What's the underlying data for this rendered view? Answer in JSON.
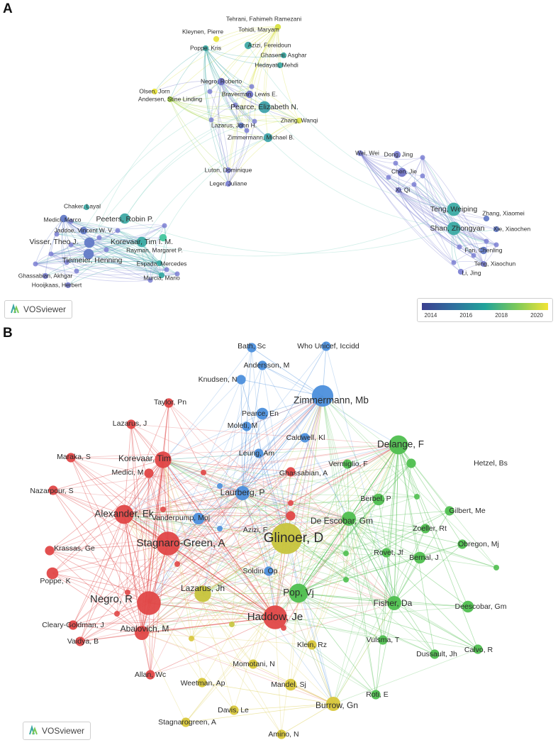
{
  "panels": [
    {
      "letter": "A",
      "software": "VOSviewer",
      "colorbar": {
        "ticks": [
          "2014",
          "2016",
          "2018",
          "2020"
        ],
        "stops": [
          "#3b3f8f",
          "#2f6f9e",
          "#21a39a",
          "#7cc95a",
          "#f2e435"
        ]
      },
      "nodes": [
        {
          "label": "Tehrani, Fahimeh Ramezani",
          "color": "#d9e24a",
          "size": 3
        },
        {
          "label": "Tohidi, Maryam",
          "color": "#d9e24a",
          "size": 3
        },
        {
          "label": "Kleynen, Pierre",
          "color": "#e8e33a",
          "size": 3
        },
        {
          "label": "Azizi, Fereidoun",
          "color": "#3aa6a2",
          "size": 4
        },
        {
          "label": "Poppe, Kris",
          "color": "#3aa6a2",
          "size": 3
        },
        {
          "label": "Ghasemi, Asghar",
          "color": "#36a8a2",
          "size": 3
        },
        {
          "label": "Hedayati, Mehdi",
          "color": "#3aa6a2",
          "size": 3
        },
        {
          "label": "Negro, Roberto",
          "color": "#6b6fc6",
          "size": 4
        },
        {
          "label": "Olsen, Jorn",
          "color": "#e8e33a",
          "size": 3
        },
        {
          "label": "Braverman, Lewis E.",
          "color": "#6b6fc6",
          "size": 4
        },
        {
          "label": "Andersen, Stine Linding",
          "color": "#a6d348",
          "size": 3
        },
        {
          "label": "Pearce, Elizabeth N.",
          "color": "#3a9fa8",
          "size": 7
        },
        {
          "label": "Lazarus, John H.",
          "color": "#5f77c6",
          "size": 3
        },
        {
          "label": "Zhang, Wanqi",
          "color": "#d9e24a",
          "size": 3
        },
        {
          "label": "Zimmermann, Michael B.",
          "color": "#3aa2a8",
          "size": 5
        },
        {
          "label": "Luton, Dominique",
          "color": "#7b7fd2",
          "size": 3
        },
        {
          "label": "Leger, Juliane",
          "color": "#7b7fd2",
          "size": 3
        },
        {
          "label": "Wei, Wei",
          "color": "#7b7fd2",
          "size": 3
        },
        {
          "label": "Dong, Jing",
          "color": "#7b7fd2",
          "size": 4
        },
        {
          "label": "Chen, Jie",
          "color": "#6b6fc6",
          "size": 5
        },
        {
          "label": "Xi, Qi",
          "color": "#7b7fd2",
          "size": 3
        },
        {
          "label": "Teng, Weiping",
          "color": "#36a8a2",
          "size": 8
        },
        {
          "label": "Zhang, Xiaomei",
          "color": "#5f77c6",
          "size": 3
        },
        {
          "label": "Shan, Zhongyan",
          "color": "#36a8a2",
          "size": 8
        },
        {
          "label": "Xie, Xiaochen",
          "color": "#5f77c6",
          "size": 3
        },
        {
          "label": "Fan, Chenling",
          "color": "#5f77c6",
          "size": 4
        },
        {
          "label": "Teng, Xiaochun",
          "color": "#7b7fd2",
          "size": 3
        },
        {
          "label": "Li, Jing",
          "color": "#7b7fd2",
          "size": 3
        },
        {
          "label": "Chaker, Layal",
          "color": "#3aa6a2",
          "size": 3
        },
        {
          "label": "Peeters, Robin P.",
          "color": "#3aa6a2",
          "size": 6
        },
        {
          "label": "Medici, Marco",
          "color": "#5f77c6",
          "size": 4
        },
        {
          "label": "Jaddoe, Vincent W. V.",
          "color": "#5f77c6",
          "size": 4
        },
        {
          "label": "Visser, Theo J.",
          "color": "#5f77c6",
          "size": 6
        },
        {
          "label": "Korevaar, Tim I. M.",
          "color": "#36a8a2",
          "size": 6
        },
        {
          "label": "Rayman, Margaret P.",
          "color": "#3ec49a",
          "size": 4
        },
        {
          "label": "Tiemeier, Henning",
          "color": "#5f77c6",
          "size": 6
        },
        {
          "label": "Espada, Mercedes",
          "color": "#36a8a2",
          "size": 3
        },
        {
          "label": "Ghassabian, Akhgar",
          "color": "#7b7fd2",
          "size": 3
        },
        {
          "label": "Hooijkaas, Herbert",
          "color": "#7b7fd2",
          "size": 3
        },
        {
          "label": "Murcia, Mario",
          "color": "#36a8a2",
          "size": 3
        }
      ]
    },
    {
      "letter": "B",
      "software": "VOSviewer",
      "nodes": [
        {
          "label": "Bath, Sc",
          "color": "#4c8fdc",
          "size": 3
        },
        {
          "label": "Who Unicef, Iccidd",
          "color": "#4c8fdc",
          "size": 3
        },
        {
          "label": "Knudsen, N",
          "color": "#4c8fdc",
          "size": 3
        },
        {
          "label": "Andersson, M",
          "color": "#4c8fdc",
          "size": 3
        },
        {
          "label": "Zimmermann, Mb",
          "color": "#4c8fdc",
          "size": 8
        },
        {
          "label": "Taylor, Pn",
          "color": "#e04747",
          "size": 3
        },
        {
          "label": "Pearce, En",
          "color": "#4c8fdc",
          "size": 4
        },
        {
          "label": "Lazarus, J",
          "color": "#e04747",
          "size": 3
        },
        {
          "label": "Moleti, M",
          "color": "#4c8fdc",
          "size": 3
        },
        {
          "label": "Caldwell, Kl",
          "color": "#4c8fdc",
          "size": 3
        },
        {
          "label": "Delange, F",
          "color": "#4fbf4f",
          "size": 7
        },
        {
          "label": "Maraka, S",
          "color": "#e04747",
          "size": 3
        },
        {
          "label": "Korevaar, Tim",
          "color": "#e04747",
          "size": 6
        },
        {
          "label": "Medici, M",
          "color": "#e04747",
          "size": 3
        },
        {
          "label": "Leung, Am",
          "color": "#4c8fdc",
          "size": 3
        },
        {
          "label": "Vermiglio, F",
          "color": "#4fbf4f",
          "size": 3
        },
        {
          "label": "Hetzel, Bs",
          "color": "#4fbf4f",
          "size": 3
        },
        {
          "label": "Ghassabian, A",
          "color": "#e04747",
          "size": 3
        },
        {
          "label": "Laurberg, P",
          "color": "#4c8fdc",
          "size": 5
        },
        {
          "label": "Nazarpour, S",
          "color": "#e04747",
          "size": 3
        },
        {
          "label": "Berbel, P",
          "color": "#4fbf4f",
          "size": 4
        },
        {
          "label": "Alexander, Ek",
          "color": "#e04747",
          "size": 7
        },
        {
          "label": "Vanderpump, Mpj",
          "color": "#4c8fdc",
          "size": 4
        },
        {
          "label": "Gilbert, Me",
          "color": "#4fbf4f",
          "size": 3
        },
        {
          "label": "De Escobar, Gm",
          "color": "#4fbf4f",
          "size": 5
        },
        {
          "label": "Azizi, F",
          "color": "#e04747",
          "size": 3
        },
        {
          "label": "Zoeller, Rt",
          "color": "#4fbf4f",
          "size": 3
        },
        {
          "label": "Krassas, Ge",
          "color": "#e04747",
          "size": 3
        },
        {
          "label": "Glinoer, D",
          "color": "#c7c43c",
          "size": 12
        },
        {
          "label": "Stagnaro-Green, A",
          "color": "#e04747",
          "size": 9
        },
        {
          "label": "Rovet, Jf",
          "color": "#4fbf4f",
          "size": 3
        },
        {
          "label": "Obregon, Mj",
          "color": "#4fbf4f",
          "size": 3
        },
        {
          "label": "Soldin, Op",
          "color": "#4c8fdc",
          "size": 3
        },
        {
          "label": "Bernal, J",
          "color": "#4fbf4f",
          "size": 4
        },
        {
          "label": "Poppe, K",
          "color": "#e04747",
          "size": 4
        },
        {
          "label": "Lazarus, Jh",
          "color": "#c7c43c",
          "size": 6
        },
        {
          "label": "Pop, Vj",
          "color": "#4fbf4f",
          "size": 7
        },
        {
          "label": "Negro, R",
          "color": "#e04747",
          "size": 9
        },
        {
          "label": "Fisher, Da",
          "color": "#4fbf4f",
          "size": 5
        },
        {
          "label": "Deescobar, Gm",
          "color": "#4fbf4f",
          "size": 4
        },
        {
          "label": "Haddow, Je",
          "color": "#e04747",
          "size": 9
        },
        {
          "label": "Cleary-Goldman, J",
          "color": "#e04747",
          "size": 3
        },
        {
          "label": "Abalovich, M",
          "color": "#e04747",
          "size": 5
        },
        {
          "label": "Klein, Rz",
          "color": "#d8c73a",
          "size": 3
        },
        {
          "label": "Vulsma, T",
          "color": "#4fbf4f",
          "size": 3
        },
        {
          "label": "Dussault, Jh",
          "color": "#4fbf4f",
          "size": 3
        },
        {
          "label": "Calvo, R",
          "color": "#4fbf4f",
          "size": 3
        },
        {
          "label": "Vaidya, B",
          "color": "#e04747",
          "size": 3
        },
        {
          "label": "Momotani, N",
          "color": "#d8c73a",
          "size": 3
        },
        {
          "label": "Allan, Wc",
          "color": "#e04747",
          "size": 3
        },
        {
          "label": "Weetman, Ap",
          "color": "#d8c73a",
          "size": 3
        },
        {
          "label": "Mandel, Sj",
          "color": "#d8c73a",
          "size": 4
        },
        {
          "label": "Roti, E",
          "color": "#4fbf4f",
          "size": 3
        },
        {
          "label": "Burrow, Gn",
          "color": "#d8c73a",
          "size": 5
        },
        {
          "label": "Davis, Le",
          "color": "#d8c73a",
          "size": 3
        },
        {
          "label": "Stagnarogreen, A",
          "color": "#d8c73a",
          "size": 3
        },
        {
          "label": "Amino, N",
          "color": "#d8c73a",
          "size": 3
        }
      ]
    }
  ]
}
